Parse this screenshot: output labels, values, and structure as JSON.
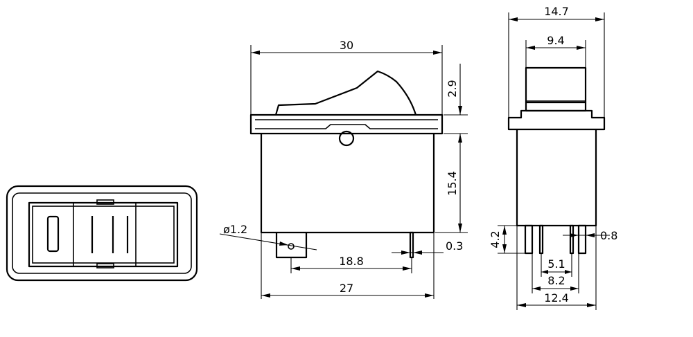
{
  "drawing": {
    "title": "",
    "views": [
      "top-view",
      "front-view",
      "side-view"
    ]
  },
  "dimensions": {
    "front": {
      "overall_width": "30",
      "rocker_height": "2.9",
      "body_height": "15.4",
      "hole_diameter": "ø1.2",
      "pin_thickness": "0.3",
      "pin_spacing": "18.8",
      "body_width": "27"
    },
    "side": {
      "flange_width": "14.7",
      "rocker_width": "9.4",
      "pin_height": "4.2",
      "pin_width": "0.8",
      "inner_pin_gap": "5.1",
      "pin_span": "8.2",
      "body_width": "12.4"
    }
  },
  "colors": {
    "line": "#000000",
    "background": "#ffffff"
  }
}
